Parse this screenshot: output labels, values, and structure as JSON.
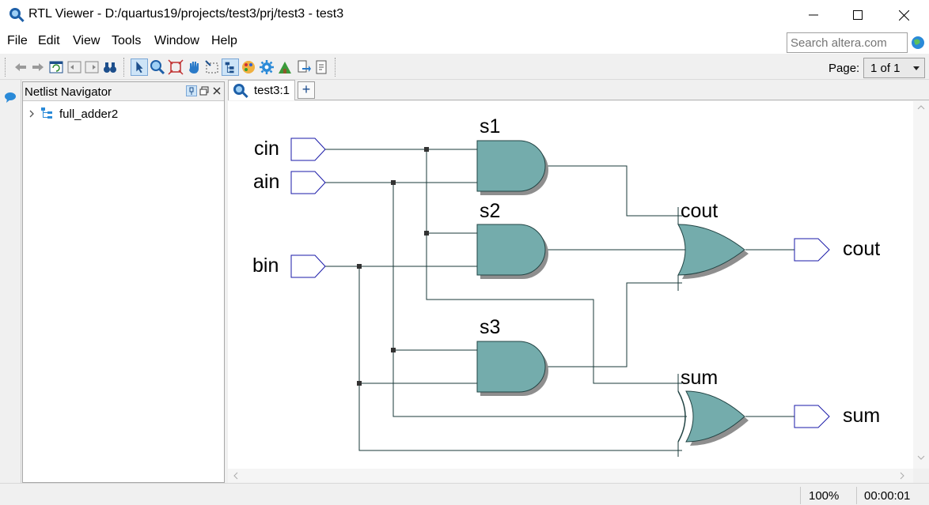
{
  "window": {
    "title": "RTL Viewer - D:/quartus19/projects/test3/prj/test3 - test3"
  },
  "menu": {
    "items": [
      "File",
      "Edit",
      "View",
      "Tools",
      "Window",
      "Help"
    ]
  },
  "search": {
    "placeholder": "Search altera.com"
  },
  "toolbar": {
    "page_label": "Page:",
    "page_value": "1 of 1"
  },
  "navigator": {
    "title": "Netlist Navigator",
    "tree": [
      {
        "label": "full_adder2",
        "expanded": false
      }
    ]
  },
  "tabs": {
    "items": [
      {
        "label": "test3:1"
      }
    ],
    "add_label": "+"
  },
  "schematic": {
    "inputs": [
      "cin",
      "ain",
      "bin"
    ],
    "outputs": [
      "cout",
      "sum"
    ],
    "gates": [
      {
        "name": "s1",
        "type": "and"
      },
      {
        "name": "s2",
        "type": "and"
      },
      {
        "name": "s3",
        "type": "and"
      },
      {
        "name": "cout",
        "type": "or"
      },
      {
        "name": "sum",
        "type": "xor"
      }
    ],
    "colors": {
      "gate_fill": "#74acac",
      "gate_shadow": "#8e8e8e",
      "port_stroke": "#1a1aa8",
      "wire": "#1a3a3a"
    }
  },
  "status": {
    "zoom": "100%",
    "time": "00:00:01"
  }
}
